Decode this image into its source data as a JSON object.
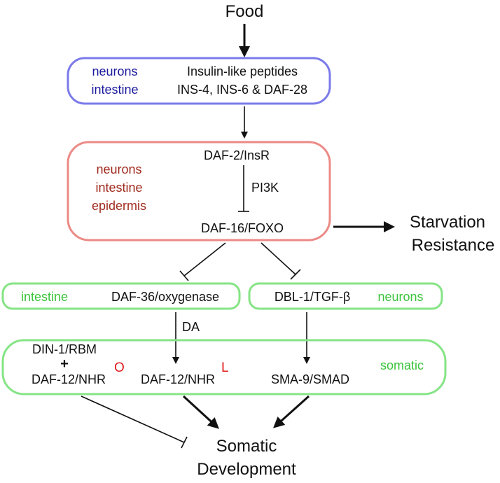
{
  "colors": {
    "blue_box": "#7a7aea",
    "red_box": "#ec8a86",
    "green_box": "#86e486",
    "blue_text": "#1a1a9c",
    "red_text": "#a02a1e",
    "green_text": "#3cc33c",
    "superscript": "#e01a1a",
    "arrow": "#111111"
  },
  "input": {
    "label": "Food"
  },
  "insulin_box": {
    "tissues": [
      "neurons",
      "intestine"
    ],
    "line1": "Insulin-like peptides",
    "line2": "INS-4, INS-6 & DAF-28"
  },
  "daf2_box": {
    "tissues": [
      "neurons",
      "intestine",
      "epidermis"
    ],
    "receptor": "DAF-2/InsR",
    "kinase": "PI3K",
    "target": "DAF-16/FOXO"
  },
  "starvation": {
    "line1": "Starvation",
    "line2": "Resistance"
  },
  "daf36_box": {
    "tissue": "intestine",
    "label": "DAF-36/oxygenase"
  },
  "dbl1_box": {
    "label": "DBL-1/TGF-β",
    "tissue": "neurons"
  },
  "da_label": "DA",
  "somatic_box": {
    "din1": "DIN-1/RBM",
    "plus": "+",
    "daf12_o": "DAF-12/NHR",
    "sup_o": "O",
    "daf12_l": "DAF-12/NHR",
    "sup_l": "L",
    "sma9": "SMA-9/SMAD",
    "tissue": "somatic"
  },
  "output": {
    "line1": "Somatic",
    "line2": "Development"
  }
}
